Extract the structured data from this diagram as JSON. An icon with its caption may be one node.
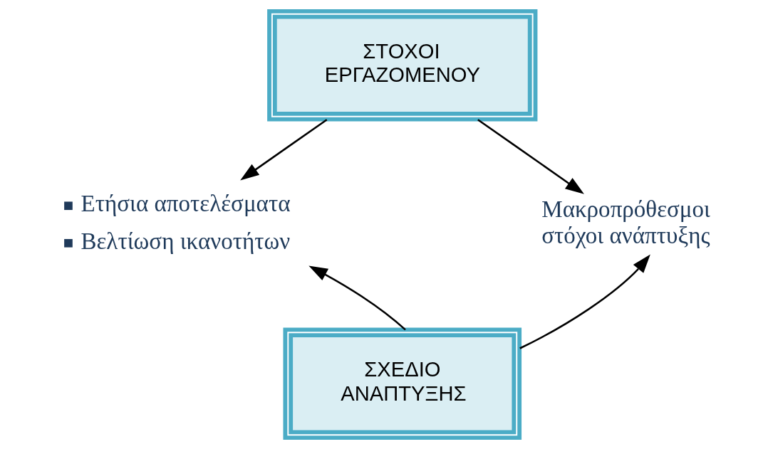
{
  "diagram": {
    "nodes": [
      {
        "text": [
          "ΣΤΟΧΟΙ ΕΡΓΑΖΟΜΕΝΟΥ"
        ]
      },
      {
        "text": [
          "Ετήσια αποτελέσματα",
          "Βελτίωση ικανοτήτων"
        ]
      },
      {
        "text": [
          "Μακροπρόθεσμοι στόχοι ανάπτυξης"
        ]
      },
      {
        "text": [
          "ΣΧΕΔΙΟ ΑΝΑΠΤΥΞΗΣ"
        ]
      }
    ],
    "edges": [
      {
        "from": 0,
        "to": 1,
        "arrow": "to"
      },
      {
        "from": 0,
        "to": 2,
        "arrow": "to"
      },
      {
        "from": 3,
        "to": 1,
        "arrow": "to"
      },
      {
        "from": 3,
        "to": 2,
        "arrow": "to"
      }
    ]
  }
}
